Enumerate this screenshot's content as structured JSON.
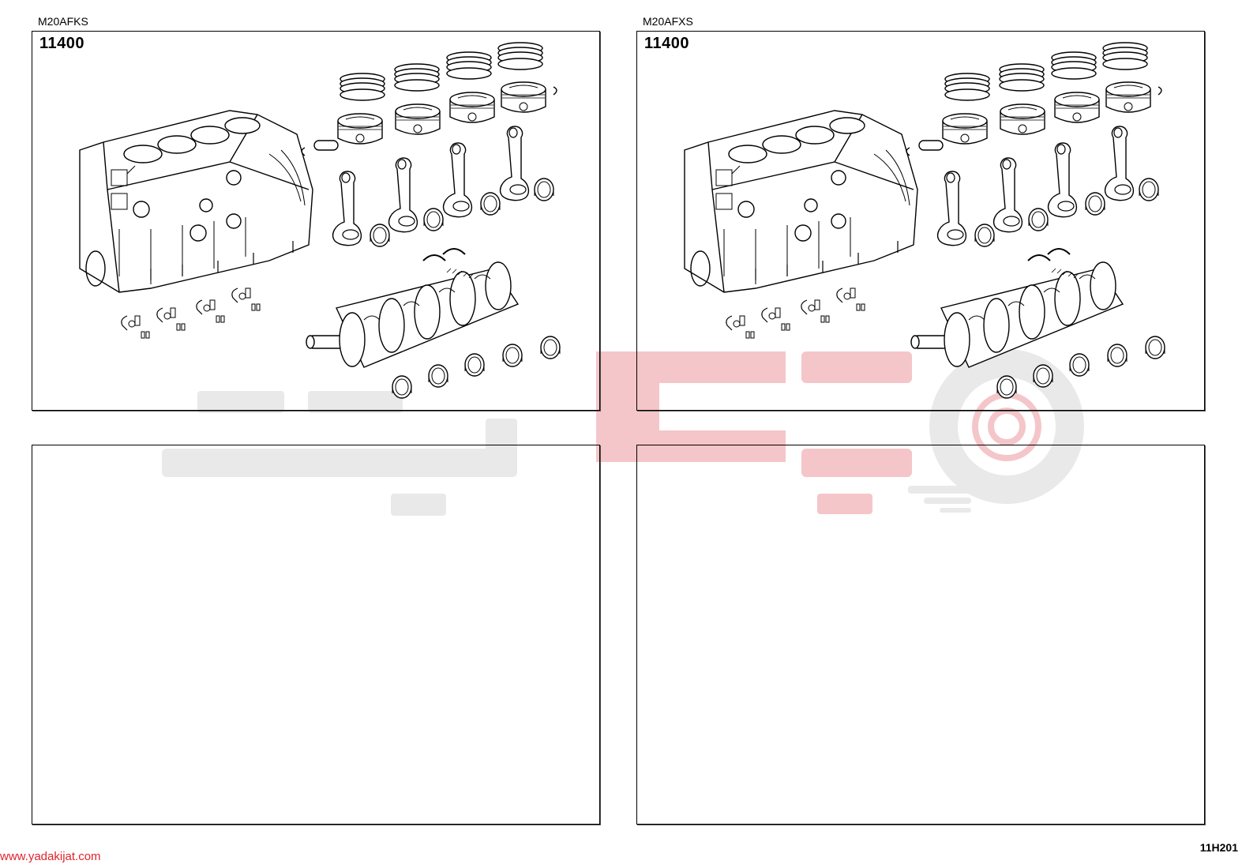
{
  "panels": [
    {
      "model": "M20AFKS",
      "section_code": "11400",
      "has_diagram": true
    },
    {
      "model": "M20AFXS",
      "section_code": "11400",
      "has_diagram": true
    },
    {
      "model": "",
      "section_code": "",
      "has_diagram": false
    },
    {
      "model": "",
      "section_code": "",
      "has_diagram": false
    }
  ],
  "watermark": {
    "color_grey": "#e8e8e8",
    "color_red": "#f3c7c9"
  },
  "footer": {
    "url": "www.yadakijat.com",
    "page_id": "11H201"
  },
  "colors": {
    "line": "#000000",
    "url": "#e0232c"
  }
}
